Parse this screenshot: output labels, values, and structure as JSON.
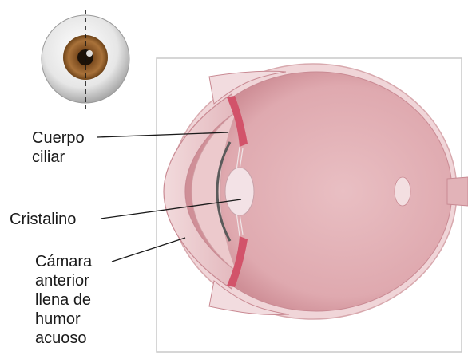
{
  "labels": {
    "ciliary_body": [
      "Cuerpo",
      "ciliar"
    ],
    "lens": "Cristalino",
    "anterior_chamber": [
      "Cámara",
      "anterior",
      "llena de",
      "humor",
      "acuoso"
    ]
  },
  "colors": {
    "frame_border": "#c9c9c9",
    "eye_fill": "#e7b9bd",
    "eye_fill_dark": "#d79aa2",
    "sclera_edge": "#efd3d5",
    "ciliary": "#d2536a",
    "lens": "#f3e2e6",
    "iris_brown": "#9a5f2c",
    "leader_line": "#1a1a1a"
  },
  "icons": {
    "thumbnail": "eyeball-front-view-icon"
  }
}
